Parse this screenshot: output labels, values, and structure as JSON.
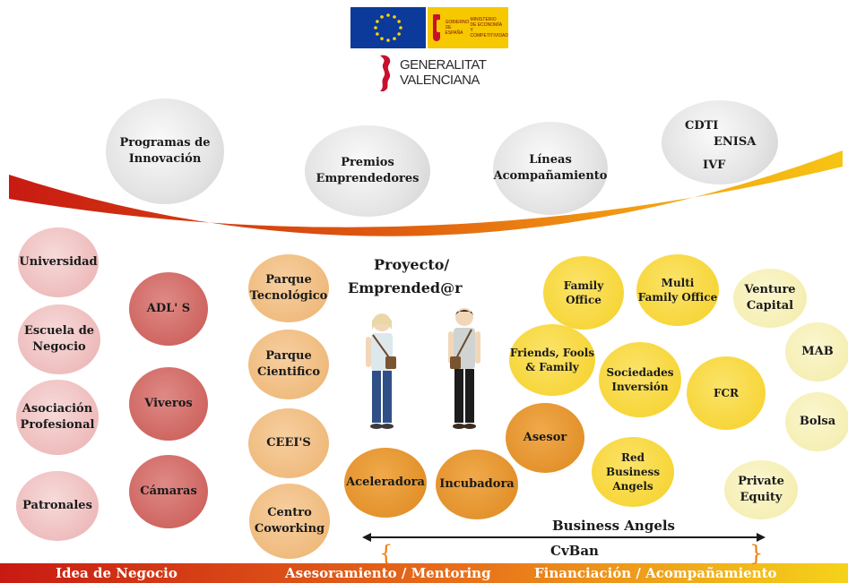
{
  "header": {
    "gov_text": "GOBIERNO\nDE ESPAÑA",
    "ministry_text": "MINISTERIO\nDE ECONOMÍA\nY COMPETITIVIDAD",
    "gv_line1": "GENERALITAT",
    "gv_line2": "VALENCIANA"
  },
  "top_programs": [
    {
      "label": "Programas de\nInnovación"
    },
    {
      "label": "Premios\nEmprendedores"
    },
    {
      "label": "Líneas\nAcompañamiento"
    },
    {
      "label1": "CDTI",
      "label2": "ENISA",
      "label3": "IVF"
    }
  ],
  "center": {
    "title_line1": "Proyecto/",
    "title_line2": "Emprended@r"
  },
  "idea_column_left": [
    "Universidad",
    "Escuela de\nNegocio",
    "Asociación\nProfesional",
    "Patronales"
  ],
  "idea_column_right": [
    "ADL' S",
    "Viveros",
    "Cámaras"
  ],
  "mentoring_column": [
    "Parque\nTecnológico",
    "Parque\nCientifico",
    "CEEI'S",
    "Centro\nCoworking"
  ],
  "acceleration": [
    "Aceleradora",
    "Incubadora",
    "Asesor"
  ],
  "financing": [
    "Family\nOffice",
    "Multi\nFamily Office",
    "Friends, Fools\n& Family",
    "Sociedades\nInversión",
    "FCR",
    "Red\nBusiness Angels"
  ],
  "financing_outer": [
    "Venture\nCapital",
    "MAB",
    "Bolsa",
    "Private\nEquity"
  ],
  "bottom": {
    "business_angels": "Business Angels",
    "cvban": "CvBan"
  },
  "footer": {
    "idea": "Idea de Negocio",
    "mentoring": "Asesoramiento / Mentoring",
    "financing": "Financiación / Acompañamiento"
  }
}
